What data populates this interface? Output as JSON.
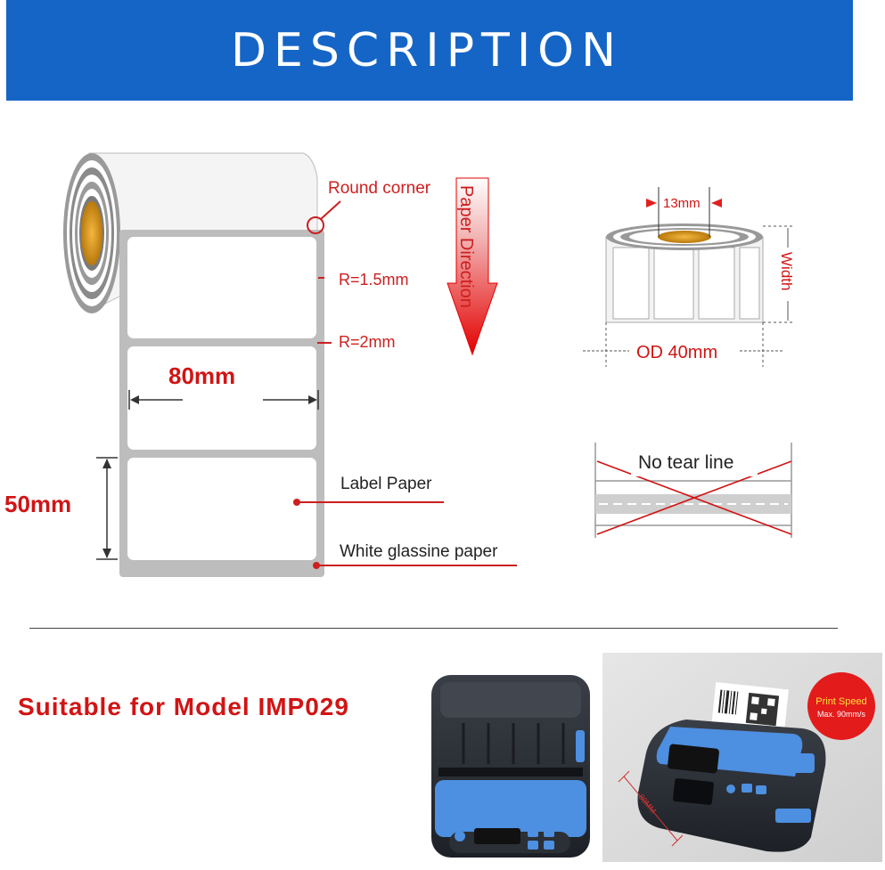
{
  "header": {
    "title": "DESCRIPTION"
  },
  "colors": {
    "banner": "#1565c6",
    "accent_red": "#d11414",
    "printer_blue": "#4d8fe0",
    "printer_dark": "#2b2f36"
  },
  "roll_diagram": {
    "round_corner": "Round corner",
    "paper_direction": "Paper Direction",
    "gap_radius": "R=1.5mm",
    "corner_radius": "R=2mm",
    "label_width": "80mm",
    "label_height": "50mm",
    "label_paper": "Label Paper",
    "backing_paper": "White glassine paper"
  },
  "core_diagram": {
    "core_size": "13mm",
    "width_label": "Width",
    "outer_diameter": "OD 40mm"
  },
  "tear_line": {
    "label": "No tear line"
  },
  "model": {
    "text": "Suitable for Model IMP029"
  },
  "printer_photo_2": {
    "badge_line1": "Print Speed",
    "badge_line2": "Max. 90mm/s",
    "width_mark": "80MM"
  }
}
